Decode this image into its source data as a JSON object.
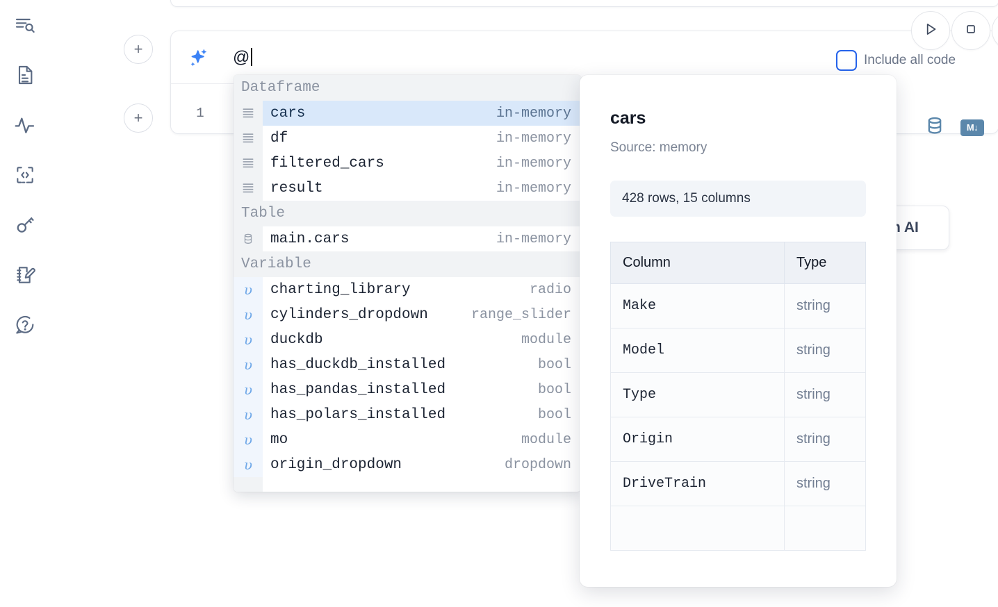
{
  "sidebar": {
    "items": [
      {
        "name": "file-search-icon",
        "label": "File explorer search"
      },
      {
        "name": "document-icon",
        "label": "Notebook files"
      },
      {
        "name": "activity-icon",
        "label": "Runtime activity"
      },
      {
        "name": "code-brackets-icon",
        "label": "Snippets"
      },
      {
        "name": "key-icon",
        "label": "Secrets"
      },
      {
        "name": "notebook-edit-icon",
        "label": "Scratchpad"
      },
      {
        "name": "help-chat-icon",
        "label": "Help"
      }
    ]
  },
  "editor": {
    "add_cell_label": "+",
    "cell_number": "1",
    "ai_prompt": {
      "icon": "sparkle-icon",
      "value": "@",
      "placeholder": ""
    },
    "run_button": "run-icon",
    "stop_button": "stop-icon",
    "include_all_code": {
      "label": "Include all code",
      "checked": false
    },
    "cell_toolbar": {
      "database_icon": "database-icon",
      "markdown_label": "M"
    },
    "ai_pill_label": "h AI"
  },
  "autocomplete": {
    "sections": [
      {
        "header": "Dataframe",
        "icon": "dataframe-icon",
        "items": [
          {
            "name": "cars",
            "type": "in-memory",
            "selected": true
          },
          {
            "name": "df",
            "type": "in-memory",
            "selected": false
          },
          {
            "name": "filtered_cars",
            "type": "in-memory",
            "selected": false
          },
          {
            "name": "result",
            "type": "in-memory",
            "selected": false
          }
        ]
      },
      {
        "header": "Table",
        "icon": "database-icon",
        "items": [
          {
            "name": "main.cars",
            "type": "in-memory",
            "selected": false
          }
        ]
      },
      {
        "header": "Variable",
        "icon": "variable-icon",
        "items": [
          {
            "name": "charting_library",
            "type": "radio",
            "selected": false
          },
          {
            "name": "cylinders_dropdown",
            "type": "range_slider",
            "selected": false
          },
          {
            "name": "duckdb",
            "type": "module",
            "selected": false
          },
          {
            "name": "has_duckdb_installed",
            "type": "bool",
            "selected": false
          },
          {
            "name": "has_pandas_installed",
            "type": "bool",
            "selected": false
          },
          {
            "name": "has_polars_installed",
            "type": "bool",
            "selected": false
          },
          {
            "name": "mo",
            "type": "module",
            "selected": false
          },
          {
            "name": "origin_dropdown",
            "type": "dropdown",
            "selected": false
          }
        ]
      }
    ]
  },
  "detail_panel": {
    "title": "cars",
    "source": "Source: memory",
    "shape": "428 rows, 15 columns",
    "table": {
      "headers": [
        "Column",
        "Type"
      ],
      "rows": [
        {
          "column": "Make",
          "type": "string"
        },
        {
          "column": "Model",
          "type": "string"
        },
        {
          "column": "Type",
          "type": "string"
        },
        {
          "column": "Origin",
          "type": "string"
        },
        {
          "column": "DriveTrain",
          "type": "string"
        }
      ]
    }
  },
  "colors": {
    "accent_blue": "#3b82f6",
    "selection_blue": "#d9e8fa",
    "checkbox_blue": "#2563eb",
    "icon_steel": "#5b87ab",
    "muted_text": "#8b93a1"
  }
}
